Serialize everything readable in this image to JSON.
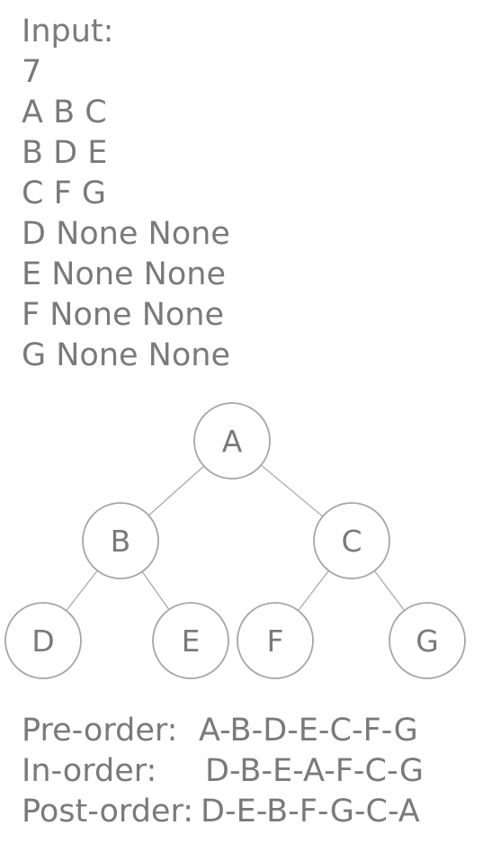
{
  "input": {
    "label": "Input:",
    "count": "7",
    "lines": [
      "A B C",
      "B D E",
      "C F G",
      "D None None",
      "E None None",
      "F None None",
      "G None None"
    ]
  },
  "tree": {
    "nodes": [
      {
        "id": "A",
        "label": "A"
      },
      {
        "id": "B",
        "label": "B"
      },
      {
        "id": "C",
        "label": "C"
      },
      {
        "id": "D",
        "label": "D"
      },
      {
        "id": "E",
        "label": "E"
      },
      {
        "id": "F",
        "label": "F"
      },
      {
        "id": "G",
        "label": "G"
      }
    ],
    "edges": [
      {
        "from": "A",
        "to": "B"
      },
      {
        "from": "A",
        "to": "C"
      },
      {
        "from": "B",
        "to": "D"
      },
      {
        "from": "B",
        "to": "E"
      },
      {
        "from": "C",
        "to": "F"
      },
      {
        "from": "C",
        "to": "G"
      }
    ]
  },
  "traversals": {
    "preorder": {
      "label": "Pre-order:",
      "value": "A-B-D-E-C-F-G"
    },
    "inorder": {
      "label": "In-order:",
      "value": "D-B-E-A-F-C-G"
    },
    "postorder": {
      "label": "Post-order:",
      "value": "D-E-B-F-G-C-A"
    }
  },
  "colors": {
    "text": "#7a7a7a",
    "node_stroke": "#a6a6a6",
    "edge": "#a6a6a6",
    "background": "#ffffff"
  }
}
